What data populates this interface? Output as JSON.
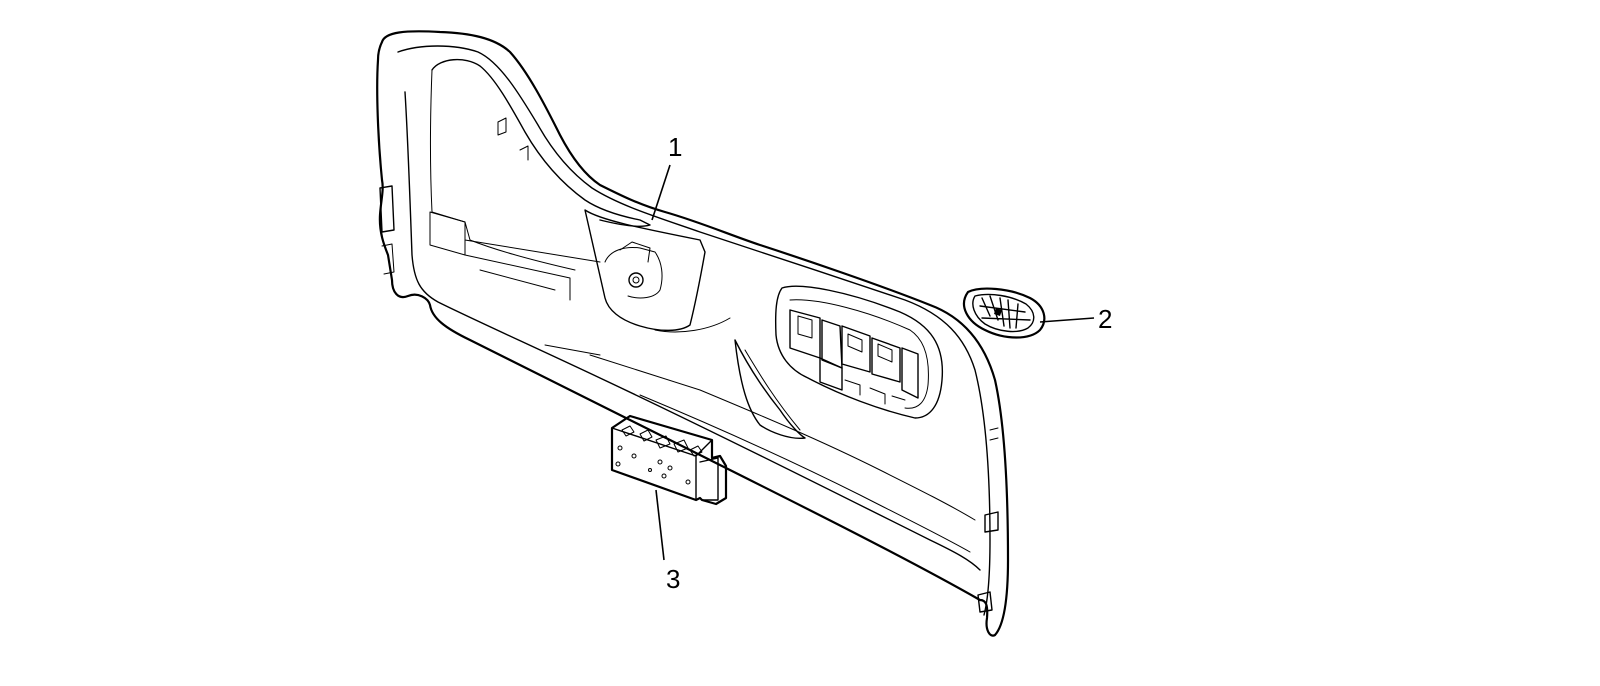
{
  "diagram": {
    "colors": {
      "line": "#000000",
      "background": "#ffffff",
      "shade": "#dcdcdc"
    },
    "callouts": [
      {
        "id": "1",
        "label": "1"
      },
      {
        "id": "2",
        "label": "2"
      },
      {
        "id": "3",
        "label": "3"
      }
    ]
  }
}
